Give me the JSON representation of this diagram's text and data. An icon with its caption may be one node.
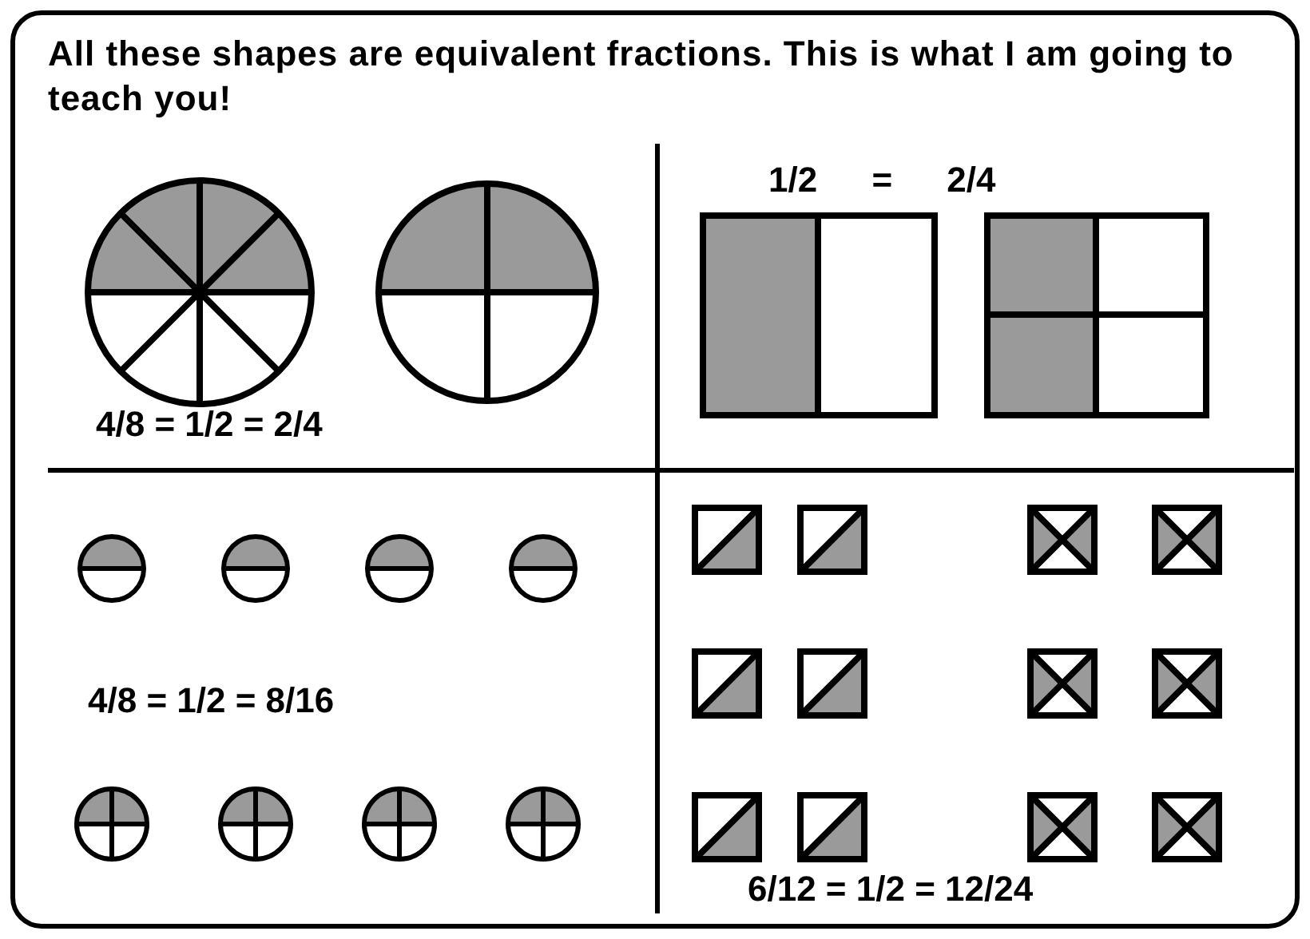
{
  "diagram": {
    "title": "All these shapes are equivalent fractions. This is what I am going to teach you!",
    "nodes": [
      {
        "text": [
          "4/8 = 1/2 = 2/4"
        ]
      },
      {
        "text": [
          "1/2 = 2/4"
        ]
      },
      {
        "text": [
          "4/8 = 1/2 = 8/16"
        ]
      },
      {
        "text": [
          "6/12 = 1/2 = 12/24"
        ]
      }
    ]
  }
}
